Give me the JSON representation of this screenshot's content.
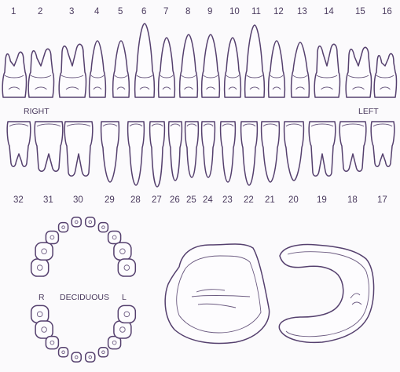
{
  "chart": {
    "upper_numbers": [
      "1",
      "2",
      "3",
      "4",
      "5",
      "6",
      "7",
      "8",
      "9",
      "10",
      "11",
      "12",
      "13",
      "14",
      "15",
      "16"
    ],
    "lower_numbers": [
      "32",
      "31",
      "30",
      "29",
      "28",
      "27",
      "26",
      "25",
      "24",
      "23",
      "22",
      "21",
      "20",
      "19",
      "18",
      "17"
    ],
    "right_label": "RIGHT",
    "left_label": "LEFT",
    "deciduous": {
      "r": "R",
      "label": "DECIDUOUS",
      "l": "L"
    }
  },
  "colors": {
    "ink": "#55406e",
    "paper": "#fbfafc"
  }
}
